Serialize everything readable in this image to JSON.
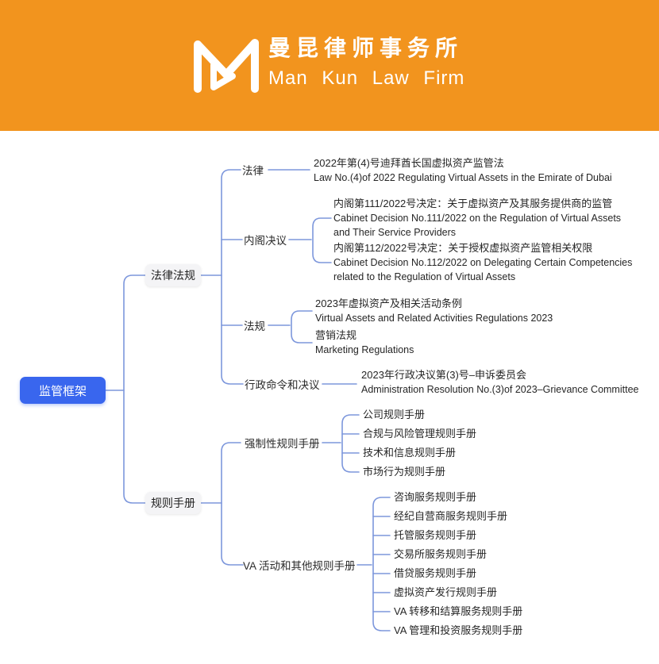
{
  "header": {
    "logo": "man-kun-m-mark",
    "brand_zh": "曼昆律师事务所",
    "brand_en": "Man Kun Law Firm"
  },
  "colors": {
    "header_bg": "#F2941E",
    "root_bg": "#3966EE",
    "root_text": "#FFFFFF",
    "branch_bg": "#F4F4F6",
    "connector_line": "#7D97DC",
    "text": "#262626"
  },
  "mindmap": {
    "root_label": "监管框架",
    "branches": [
      {
        "label": "法律法规",
        "children": [
          {
            "label": "法律",
            "leaves": [
              {
                "zh": "2022年第(4)号迪拜酋长国虚拟资产监管法",
                "en": "Law No.(4)of 2022 Regulating Virtual Assets in the Emirate of Dubai"
              }
            ]
          },
          {
            "label": "内阁决议",
            "leaves": [
              {
                "zh": "内阁第111/2022号决定：关于虚拟资产及其服务提供商的监管",
                "en": "Cabinet Decision No.111/2022 on the Regulation of Virtual Assets and Their Service Providers"
              },
              {
                "zh": "内阁第112/2022号决定：关于授权虚拟资产监管相关权限",
                "en": "Cabinet Decision No.112/2022 on Delegating Certain Competencies related to the Regulation of Virtual Assets"
              }
            ]
          },
          {
            "label": "法规",
            "leaves": [
              {
                "zh": "2023年虚拟资产及相关活动条例",
                "en": "Virtual Assets and Related Activities Regulations 2023"
              },
              {
                "zh": "营销法规",
                "en": "Marketing Regulations"
              }
            ]
          },
          {
            "label": "行政命令和决议",
            "leaves": [
              {
                "zh": "2023年行政决议第(3)号–申诉委员会",
                "en": "Administration Resolution No.(3)of 2023–Grievance Committee"
              }
            ]
          }
        ]
      },
      {
        "label": "规则手册",
        "children": [
          {
            "label": "强制性规则手册",
            "leaves": [
              {
                "zh": "公司规则手册"
              },
              {
                "zh": "合规与风险管理规则手册"
              },
              {
                "zh": "技术和信息规则手册"
              },
              {
                "zh": "市场行为规则手册"
              }
            ]
          },
          {
            "label": "VA 活动和其他规则手册",
            "leaves": [
              {
                "zh": "咨询服务规则手册"
              },
              {
                "zh": "经纪自营商服务规则手册"
              },
              {
                "zh": "托管服务规则手册"
              },
              {
                "zh": "交易所服务规则手册"
              },
              {
                "zh": "借贷服务规则手册"
              },
              {
                "zh": "虚拟资产发行规则手册"
              },
              {
                "zh": "VA 转移和结算服务规则手册"
              },
              {
                "zh": "VA 管理和投资服务规则手册"
              }
            ]
          }
        ]
      }
    ]
  }
}
